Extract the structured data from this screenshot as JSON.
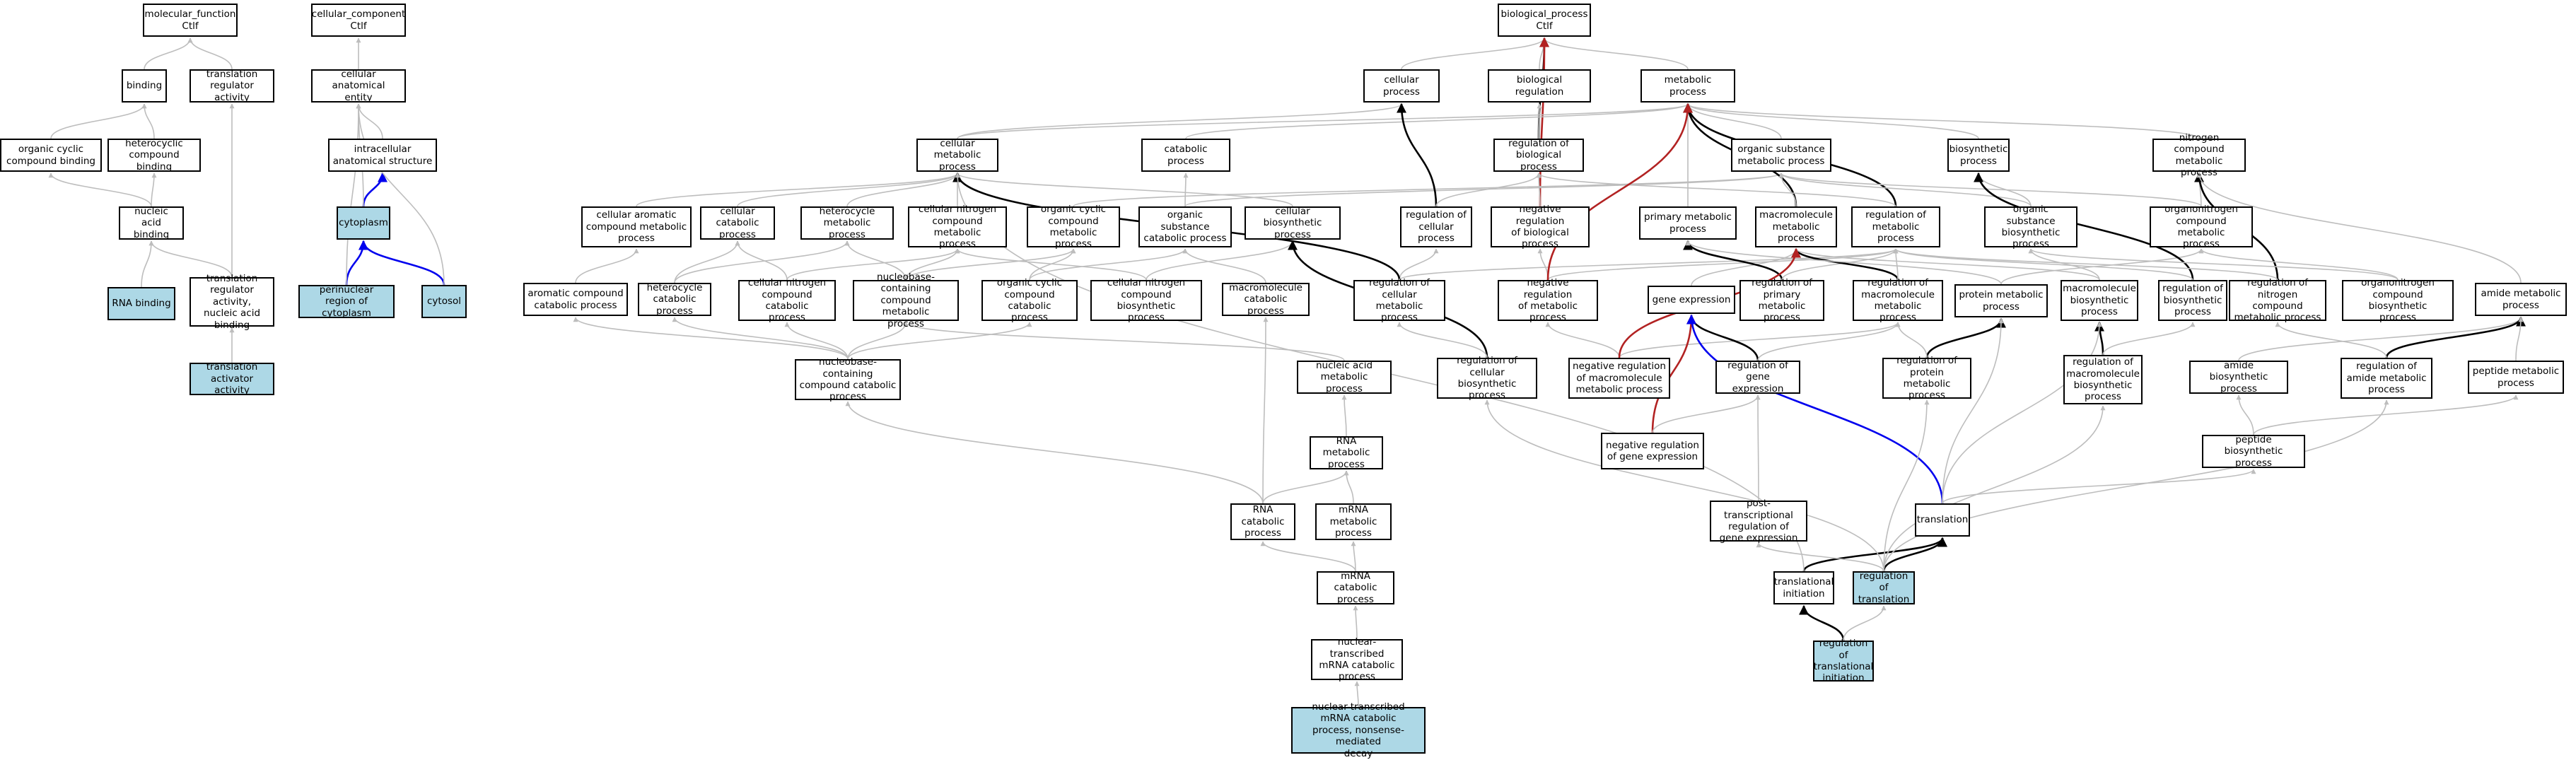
{
  "colors": {
    "highlight": "#add8e6",
    "grey_edge": "#bdbdbd",
    "black_edge": "#000000",
    "blue_edge": "#0000ee",
    "red_edge": "#b22222"
  },
  "nodes": [
    {
      "id": "mf",
      "label": "molecular_function\nCtlf",
      "hl": false
    },
    {
      "id": "binding",
      "label": "binding",
      "hl": false
    },
    {
      "id": "trar",
      "label": "translation\nregulator activity",
      "hl": false
    },
    {
      "id": "ocyc",
      "label": "organic cyclic\ncompound binding",
      "hl": false
    },
    {
      "id": "hcyc",
      "label": "heterocyclic\ncompound binding",
      "hl": false
    },
    {
      "id": "nab",
      "label": "nucleic acid\nbinding",
      "hl": false
    },
    {
      "id": "rnab",
      "label": "RNA binding",
      "hl": true
    },
    {
      "id": "trana",
      "label": "translation\nregulator activity,\nnucleic acid\nbinding",
      "hl": false
    },
    {
      "id": "traa",
      "label": "translation\nactivator activity",
      "hl": true
    },
    {
      "id": "cc",
      "label": "cellular_component\nCtlf",
      "hl": false
    },
    {
      "id": "cae",
      "label": "cellular anatomical\nentity",
      "hl": false
    },
    {
      "id": "ias",
      "label": "intracellular\nanatomical structure",
      "hl": false
    },
    {
      "id": "cyto",
      "label": "cytoplasm",
      "hl": true
    },
    {
      "id": "peri",
      "label": "perinuclear\nregion of cytoplasm",
      "hl": true
    },
    {
      "id": "cytosol",
      "label": "cytosol",
      "hl": true
    },
    {
      "id": "bp",
      "label": "biological_process\nCtlf",
      "hl": false
    },
    {
      "id": "cellp",
      "label": "cellular process",
      "hl": false
    },
    {
      "id": "breg",
      "label": "biological regulation",
      "hl": false
    },
    {
      "id": "metp",
      "label": "metabolic process",
      "hl": false
    },
    {
      "id": "cmetp",
      "label": "cellular metabolic\nprocess",
      "hl": false
    },
    {
      "id": "catp",
      "label": "catabolic process",
      "hl": false
    },
    {
      "id": "regbp",
      "label": "regulation of\nbiological process",
      "hl": false
    },
    {
      "id": "osmp",
      "label": "organic substance\nmetabolic process",
      "hl": false
    },
    {
      "id": "biosp",
      "label": "biosynthetic\nprocess",
      "hl": false
    },
    {
      "id": "ncmp",
      "label": "nitrogen compound\nmetabolic process",
      "hl": false
    },
    {
      "id": "cacmp",
      "label": "cellular aromatic\ncompound metabolic\nprocess",
      "hl": false
    },
    {
      "id": "ccatp",
      "label": "cellular catabolic\nprocess",
      "hl": false
    },
    {
      "id": "hmetp",
      "label": "heterocycle\nmetabolic process",
      "hl": false
    },
    {
      "id": "cncmp",
      "label": "cellular nitrogen\ncompound metabolic\nprocess",
      "hl": false
    },
    {
      "id": "occmp",
      "label": "organic cyclic\ncompound metabolic\nprocess",
      "hl": false
    },
    {
      "id": "oscp",
      "label": "organic substance\ncatabolic process",
      "hl": false
    },
    {
      "id": "cbiosp",
      "label": "cellular biosynthetic\nprocess",
      "hl": false
    },
    {
      "id": "regcp",
      "label": "regulation of\ncellular process",
      "hl": false
    },
    {
      "id": "nregbp",
      "label": "negative regulation\nof biological\nprocess",
      "hl": false
    },
    {
      "id": "pmetp",
      "label": "primary metabolic\nprocess",
      "hl": false
    },
    {
      "id": "mmetp",
      "label": "macromolecule\nmetabolic process",
      "hl": false
    },
    {
      "id": "regmp",
      "label": "regulation of\nmetabolic process",
      "hl": false
    },
    {
      "id": "osbp",
      "label": "organic substance\nbiosynthetic\nprocess",
      "hl": false
    },
    {
      "id": "oncmp",
      "label": "organonitrogen\ncompound metabolic\nprocess",
      "hl": false
    },
    {
      "id": "acccp",
      "label": "aromatic compound\ncatabolic process",
      "hl": false
    },
    {
      "id": "hcatp",
      "label": "heterocycle\ncatabolic process",
      "hl": false
    },
    {
      "id": "cnccp",
      "label": "cellular nitrogen\ncompound catabolic\nprocess",
      "hl": false
    },
    {
      "id": "nbcmp",
      "label": "nucleobase-containing\ncompound metabolic\nprocess",
      "hl": false
    },
    {
      "id": "occcp",
      "label": "organic cyclic\ncompound catabolic\nprocess",
      "hl": false
    },
    {
      "id": "cncbp",
      "label": "cellular nitrogen\ncompound biosynthetic\nprocess",
      "hl": false
    },
    {
      "id": "mcatp",
      "label": "macromolecule\ncatabolic process",
      "hl": false
    },
    {
      "id": "regcmp",
      "label": "regulation of\ncellular metabolic\nprocess",
      "hl": false
    },
    {
      "id": "nregmp",
      "label": "negative regulation\nof metabolic\nprocess",
      "hl": false
    },
    {
      "id": "genex",
      "label": "gene expression",
      "hl": false
    },
    {
      "id": "regpmp",
      "label": "regulation of\nprimary metabolic\nprocess",
      "hl": false
    },
    {
      "id": "regmmp",
      "label": "regulation of\nmacromolecule\nmetabolic process",
      "hl": false
    },
    {
      "id": "protmp",
      "label": "protein metabolic\nprocess",
      "hl": false
    },
    {
      "id": "mbiosp",
      "label": "macromolecule\nbiosynthetic\nprocess",
      "hl": false
    },
    {
      "id": "regbiosp",
      "label": "regulation of\nbiosynthetic\nprocess",
      "hl": false
    },
    {
      "id": "regncmp",
      "label": "regulation of\nnitrogen compound\nmetabolic process",
      "hl": false
    },
    {
      "id": "oncbp",
      "label": "organonitrogen\ncompound biosynthetic\nprocess",
      "hl": false
    },
    {
      "id": "amidemp",
      "label": "amide metabolic\nprocess",
      "hl": false
    },
    {
      "id": "nbccp",
      "label": "nucleobase-containing\ncompound catabolic\nprocess",
      "hl": false
    },
    {
      "id": "namp",
      "label": "nucleic acid\nmetabolic process",
      "hl": false
    },
    {
      "id": "regcbp",
      "label": "regulation of\ncellular biosynthetic\nprocess",
      "hl": false
    },
    {
      "id": "nregmmp",
      "label": "negative regulation\nof macromolecule\nmetabolic process",
      "hl": false
    },
    {
      "id": "regge",
      "label": "regulation of\ngene expression",
      "hl": false
    },
    {
      "id": "regpmp2",
      "label": "regulation of\nprotein metabolic\nprocess",
      "hl": false
    },
    {
      "id": "regmbp",
      "label": "regulation of\nmacromolecule\nbiosynthetic\nprocess",
      "hl": false
    },
    {
      "id": "amidebp",
      "label": "amide biosynthetic\nprocess",
      "hl": false
    },
    {
      "id": "regamp",
      "label": "regulation of\namide metabolic\nprocess",
      "hl": false
    },
    {
      "id": "pepmp",
      "label": "peptide metabolic\nprocess",
      "hl": false
    },
    {
      "id": "rnamp",
      "label": "RNA metabolic\nprocess",
      "hl": false
    },
    {
      "id": "nregge",
      "label": "negative regulation\nof gene expression",
      "hl": false
    },
    {
      "id": "pepbp",
      "label": "peptide biosynthetic\nprocess",
      "hl": false
    },
    {
      "id": "rnacp",
      "label": "RNA catabolic\nprocess",
      "hl": false
    },
    {
      "id": "mrnamp",
      "label": "mRNA metabolic\nprocess",
      "hl": false
    },
    {
      "id": "ptrge",
      "label": "post-transcriptional\nregulation of\ngene expression",
      "hl": false
    },
    {
      "id": "transl",
      "label": "translation",
      "hl": false
    },
    {
      "id": "mrnacp",
      "label": "mRNA catabolic\nprocess",
      "hl": false
    },
    {
      "id": "trinit",
      "label": "translational\ninitiation",
      "hl": false
    },
    {
      "id": "regtr",
      "label": "regulation of\ntranslation",
      "hl": true
    },
    {
      "id": "ntmcp",
      "label": "nuclear-transcribed\nmRNA catabolic\nprocess",
      "hl": false
    },
    {
      "id": "regtrinit",
      "label": "regulation of\ntranslational\ninitiation",
      "hl": true
    },
    {
      "id": "nmd",
      "label": "nuclear-transcribed\nmRNA catabolic\nprocess, nonsense-mediated\ndecay",
      "hl": true
    }
  ],
  "edges": [
    [
      "binding",
      "mf",
      "grey"
    ],
    [
      "trar",
      "mf",
      "grey"
    ],
    [
      "ocyc",
      "binding",
      "grey"
    ],
    [
      "hcyc",
      "binding",
      "grey"
    ],
    [
      "nab",
      "ocyc",
      "grey"
    ],
    [
      "nab",
      "hcyc",
      "grey"
    ],
    [
      "rnab",
      "nab",
      "grey"
    ],
    [
      "trana",
      "nab",
      "grey"
    ],
    [
      "trana",
      "trar",
      "grey"
    ],
    [
      "traa",
      "trana",
      "grey"
    ],
    [
      "cae",
      "cc",
      "grey"
    ],
    [
      "ias",
      "cae",
      "grey"
    ],
    [
      "cyto",
      "ias",
      "blue"
    ],
    [
      "cyto",
      "cae",
      "grey"
    ],
    [
      "peri",
      "cyto",
      "blue"
    ],
    [
      "peri",
      "cae",
      "grey"
    ],
    [
      "cytosol",
      "cyto",
      "blue"
    ],
    [
      "cytosol",
      "cae",
      "grey"
    ],
    [
      "cellp",
      "bp",
      "grey"
    ],
    [
      "breg",
      "bp",
      "grey"
    ],
    [
      "metp",
      "bp",
      "grey"
    ],
    [
      "regbp",
      "bp",
      "black"
    ],
    [
      "nregbp",
      "bp",
      "red"
    ],
    [
      "cmetp",
      "cellp",
      "grey"
    ],
    [
      "cmetp",
      "metp",
      "grey"
    ],
    [
      "catp",
      "metp",
      "grey"
    ],
    [
      "regbp",
      "breg",
      "grey"
    ],
    [
      "osmp",
      "metp",
      "grey"
    ],
    [
      "biosp",
      "metp",
      "grey"
    ],
    [
      "ncmp",
      "metp",
      "grey"
    ],
    [
      "cacmp",
      "cmetp",
      "grey"
    ],
    [
      "ccatp",
      "cmetp",
      "grey"
    ],
    [
      "hmetp",
      "cmetp",
      "grey"
    ],
    [
      "cncmp",
      "cmetp",
      "grey"
    ],
    [
      "occmp",
      "osmp",
      "grey"
    ],
    [
      "oscp",
      "osmp",
      "grey"
    ],
    [
      "oscp",
      "catp",
      "grey"
    ],
    [
      "cbiosp",
      "cmetp",
      "grey"
    ],
    [
      "regcp",
      "cellp",
      "black"
    ],
    [
      "regcp",
      "regbp",
      "grey"
    ],
    [
      "nregbp",
      "regbp",
      "grey"
    ],
    [
      "pmetp",
      "metp",
      "grey"
    ],
    [
      "mmetp",
      "metp",
      "black"
    ],
    [
      "mmetp",
      "osmp",
      "grey"
    ],
    [
      "regmp",
      "metp",
      "black"
    ],
    [
      "regmp",
      "regbp",
      "grey"
    ],
    [
      "osbp",
      "osmp",
      "grey"
    ],
    [
      "osbp",
      "biosp",
      "grey"
    ],
    [
      "oncmp",
      "ncmp",
      "grey"
    ],
    [
      "oncmp",
      "osmp",
      "grey"
    ],
    [
      "acccp",
      "cacmp",
      "grey"
    ],
    [
      "hcatp",
      "hmetp",
      "grey"
    ],
    [
      "hcatp",
      "ccatp",
      "grey"
    ],
    [
      "cnccp",
      "cncmp",
      "grey"
    ],
    [
      "cnccp",
      "ccatp",
      "grey"
    ],
    [
      "nbcmp",
      "hmetp",
      "grey"
    ],
    [
      "nbcmp",
      "cncmp",
      "grey"
    ],
    [
      "nbcmp",
      "occmp",
      "grey"
    ],
    [
      "occcp",
      "occmp",
      "grey"
    ],
    [
      "occcp",
      "oscp",
      "grey"
    ],
    [
      "cncbp",
      "cncmp",
      "grey"
    ],
    [
      "cncbp",
      "cbiosp",
      "grey"
    ],
    [
      "mcatp",
      "oscp",
      "grey"
    ],
    [
      "regcmp",
      "regcp",
      "grey"
    ],
    [
      "regcmp",
      "cmetp",
      "black"
    ],
    [
      "regcmp",
      "regmp",
      "grey"
    ],
    [
      "nregmp",
      "regmp",
      "grey"
    ],
    [
      "nregmp",
      "nregbp",
      "grey"
    ],
    [
      "nregmp",
      "metp",
      "red"
    ],
    [
      "genex",
      "mmetp",
      "grey"
    ],
    [
      "regpmp",
      "pmetp",
      "black"
    ],
    [
      "regpmp",
      "regmp",
      "grey"
    ],
    [
      "regmmp",
      "mmetp",
      "black"
    ],
    [
      "regmmp",
      "regmp",
      "grey"
    ],
    [
      "protmp",
      "pmetp",
      "grey"
    ],
    [
      "protmp",
      "oncmp",
      "grey"
    ],
    [
      "mbiosp",
      "mmetp",
      "grey"
    ],
    [
      "mbiosp",
      "osbp",
      "grey"
    ],
    [
      "regbiosp",
      "biosp",
      "black"
    ],
    [
      "regbiosp",
      "regmp",
      "grey"
    ],
    [
      "regncmp",
      "ncmp",
      "black"
    ],
    [
      "regncmp",
      "regmp",
      "grey"
    ],
    [
      "oncbp",
      "oncmp",
      "grey"
    ],
    [
      "oncbp",
      "osbp",
      "grey"
    ],
    [
      "amidemp",
      "ncmp",
      "grey"
    ],
    [
      "nbccp",
      "nbcmp",
      "grey"
    ],
    [
      "nbccp",
      "hcatp",
      "grey"
    ],
    [
      "nbccp",
      "cnccp",
      "grey"
    ],
    [
      "nbccp",
      "acccp",
      "grey"
    ],
    [
      "nbccp",
      "occcp",
      "grey"
    ],
    [
      "namp",
      "nbcmp",
      "grey"
    ],
    [
      "regcbp",
      "cbiosp",
      "black"
    ],
    [
      "regcbp",
      "regcmp",
      "grey"
    ],
    [
      "nregmmp",
      "regmmp",
      "grey"
    ],
    [
      "nregmmp",
      "nregmp",
      "grey"
    ],
    [
      "nregmmp",
      "mmetp",
      "red"
    ],
    [
      "regge",
      "genex",
      "black"
    ],
    [
      "regge",
      "regmmp",
      "grey"
    ],
    [
      "regpmp2",
      "protmp",
      "black"
    ],
    [
      "regpmp2",
      "regmmp",
      "grey"
    ],
    [
      "regmbp",
      "mbiosp",
      "black"
    ],
    [
      "regmbp",
      "regbiosp",
      "grey"
    ],
    [
      "amidebp",
      "amidemp",
      "grey"
    ],
    [
      "regamp",
      "amidemp",
      "black"
    ],
    [
      "regamp",
      "regncmp",
      "grey"
    ],
    [
      "pepmp",
      "amidemp",
      "grey"
    ],
    [
      "rnamp",
      "namp",
      "grey"
    ],
    [
      "nregge",
      "genex",
      "red"
    ],
    [
      "nregge",
      "regge",
      "grey"
    ],
    [
      "pepbp",
      "pepmp",
      "grey"
    ],
    [
      "pepbp",
      "amidebp",
      "grey"
    ],
    [
      "rnacp",
      "rnamp",
      "grey"
    ],
    [
      "rnacp",
      "mcatp",
      "grey"
    ],
    [
      "rnacp",
      "nbccp",
      "grey"
    ],
    [
      "mrnamp",
      "rnamp",
      "grey"
    ],
    [
      "ptrge",
      "regge",
      "grey"
    ],
    [
      "transl",
      "genex",
      "blue"
    ],
    [
      "transl",
      "protmp",
      "grey"
    ],
    [
      "transl",
      "pepbp",
      "grey"
    ],
    [
      "transl",
      "mbiosp",
      "grey"
    ],
    [
      "mrnacp",
      "rnacp",
      "grey"
    ],
    [
      "mrnacp",
      "mrnamp",
      "grey"
    ],
    [
      "trinit",
      "transl",
      "black"
    ],
    [
      "trinit",
      "cmetp",
      "grey"
    ],
    [
      "regtr",
      "transl",
      "black"
    ],
    [
      "regtr",
      "ptrge",
      "grey"
    ],
    [
      "regtr",
      "regpmp2",
      "grey"
    ],
    [
      "regtr",
      "regmbp",
      "grey"
    ],
    [
      "regtr",
      "regamp",
      "grey"
    ],
    [
      "regtr",
      "regcbp",
      "grey"
    ],
    [
      "ntmcp",
      "mrnacp",
      "grey"
    ],
    [
      "regtrinit",
      "trinit",
      "black"
    ],
    [
      "regtrinit",
      "regtr",
      "grey"
    ],
    [
      "nmd",
      "ntmcp",
      "grey"
    ]
  ]
}
